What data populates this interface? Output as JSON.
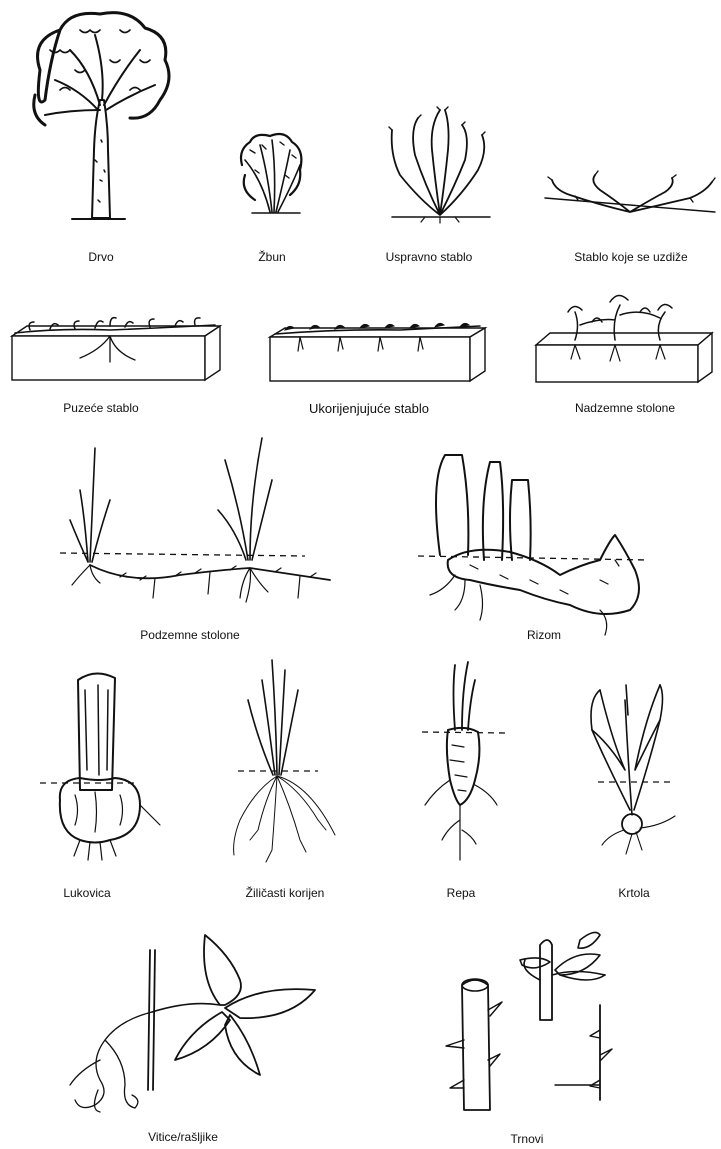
{
  "labels": {
    "drvo": "Drvo",
    "zbun": "Žbun",
    "uspravno": "Uspravno stablo",
    "uzdize": "Stablo koje se uzdiže",
    "puzece": "Puzeće stablo",
    "ukorijenjujuce": "Ukorijenjujuće stablo",
    "nadzemne": "Nadzemne stolone",
    "podzemne": "Podzemne stolone",
    "rizom": "Rizom",
    "lukovica": "Lukovica",
    "zilicasti": "Žiličasti korijen",
    "repa": "Repa",
    "krtola": "Krtola",
    "vitice": "Vitice/rašljike",
    "trnovi": "Trnovi"
  }
}
